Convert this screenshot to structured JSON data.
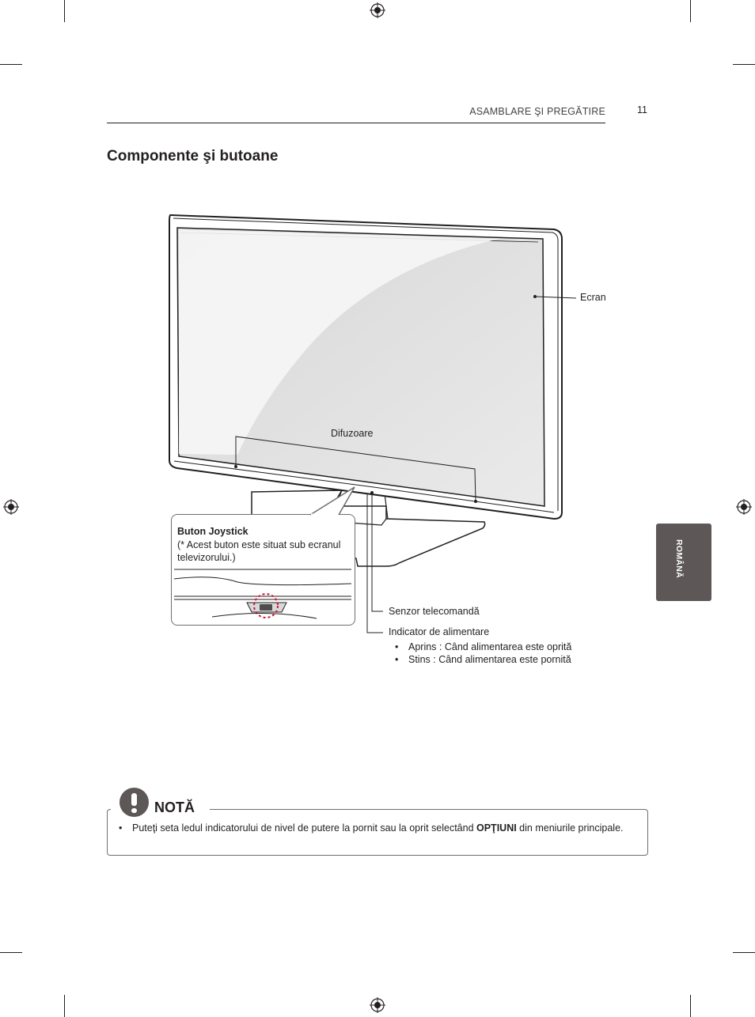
{
  "header": {
    "section": "ASAMBLARE ŞI PREGĂTIRE",
    "page_number": "11"
  },
  "title": "Componente şi butoane",
  "side_tab": "ROMÂNĂ",
  "labels": {
    "ecran": "Ecran",
    "difuzoare": "Difuzoare",
    "senzor": "Senzor telecomandă",
    "indicator": "Indicator de alimentare",
    "indicator_items": [
      "Aprins : Când alimentarea este oprită",
      "Stins : Când alimentarea este pornită"
    ]
  },
  "callout": {
    "title": "Buton Joystick",
    "text": "(* Acest buton este situat sub ecranul televizorului.)"
  },
  "note": {
    "title": "NOTĂ",
    "text_before": "Puteţi seta ledul indicatorului de nivel de putere la pornit sau la oprit selectând ",
    "text_bold": "OPŢIUNI",
    "text_after": " din meniurile principale."
  }
}
